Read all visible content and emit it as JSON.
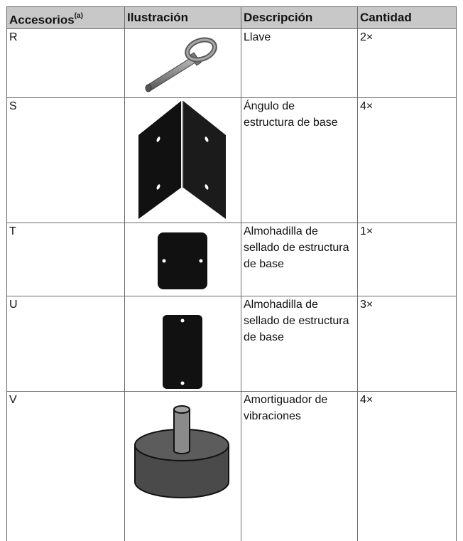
{
  "table": {
    "headers": {
      "accessories": "Accesorios",
      "accessories_note": "(a)",
      "illustration": "Ilustración",
      "description": "Descripción",
      "quantity": "Cantidad"
    },
    "rows": [
      {
        "code": "R",
        "description": "Llave",
        "quantity": "2×",
        "illustration_icon": "key-icon"
      },
      {
        "code": "S",
        "description": "Ángulo de estructura de base",
        "quantity": "4×",
        "illustration_icon": "base-frame-angle-icon"
      },
      {
        "code": "T",
        "description": "Almohadilla de sellado de estructura de base",
        "quantity": "1×",
        "illustration_icon": "sealing-pad-horizontal-icon"
      },
      {
        "code": "U",
        "description": "Almohadilla de sellado de estructura de base",
        "quantity": "3×",
        "illustration_icon": "sealing-pad-vertical-icon"
      },
      {
        "code": "V",
        "description": "Amortiguador de vibraciones",
        "quantity": "4×",
        "illustration_icon": "vibration-damper-icon"
      }
    ]
  }
}
